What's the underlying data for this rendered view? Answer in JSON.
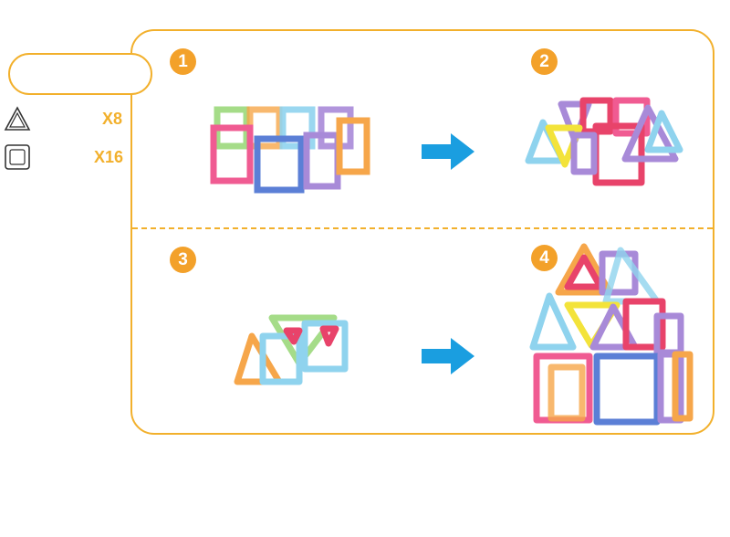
{
  "legend": {
    "triangle_count": "X8",
    "square_count": "X16"
  },
  "steps": [
    {
      "number": "1"
    },
    {
      "number": "2"
    },
    {
      "number": "3"
    },
    {
      "number": "4"
    }
  ],
  "colors": {
    "accent": "#f2b02c",
    "step_badge": "#f3a12a",
    "arrow": "#1a9ee0",
    "tile_pink": "#f05b92",
    "tile_blue": "#5b7fd6",
    "tile_lightblue": "#8fd3ee",
    "tile_purple": "#a88ad8",
    "tile_orange": "#f6a64a",
    "tile_yellow": "#f3e33a",
    "tile_green": "#8fd36a",
    "tile_red": "#e8436a"
  }
}
